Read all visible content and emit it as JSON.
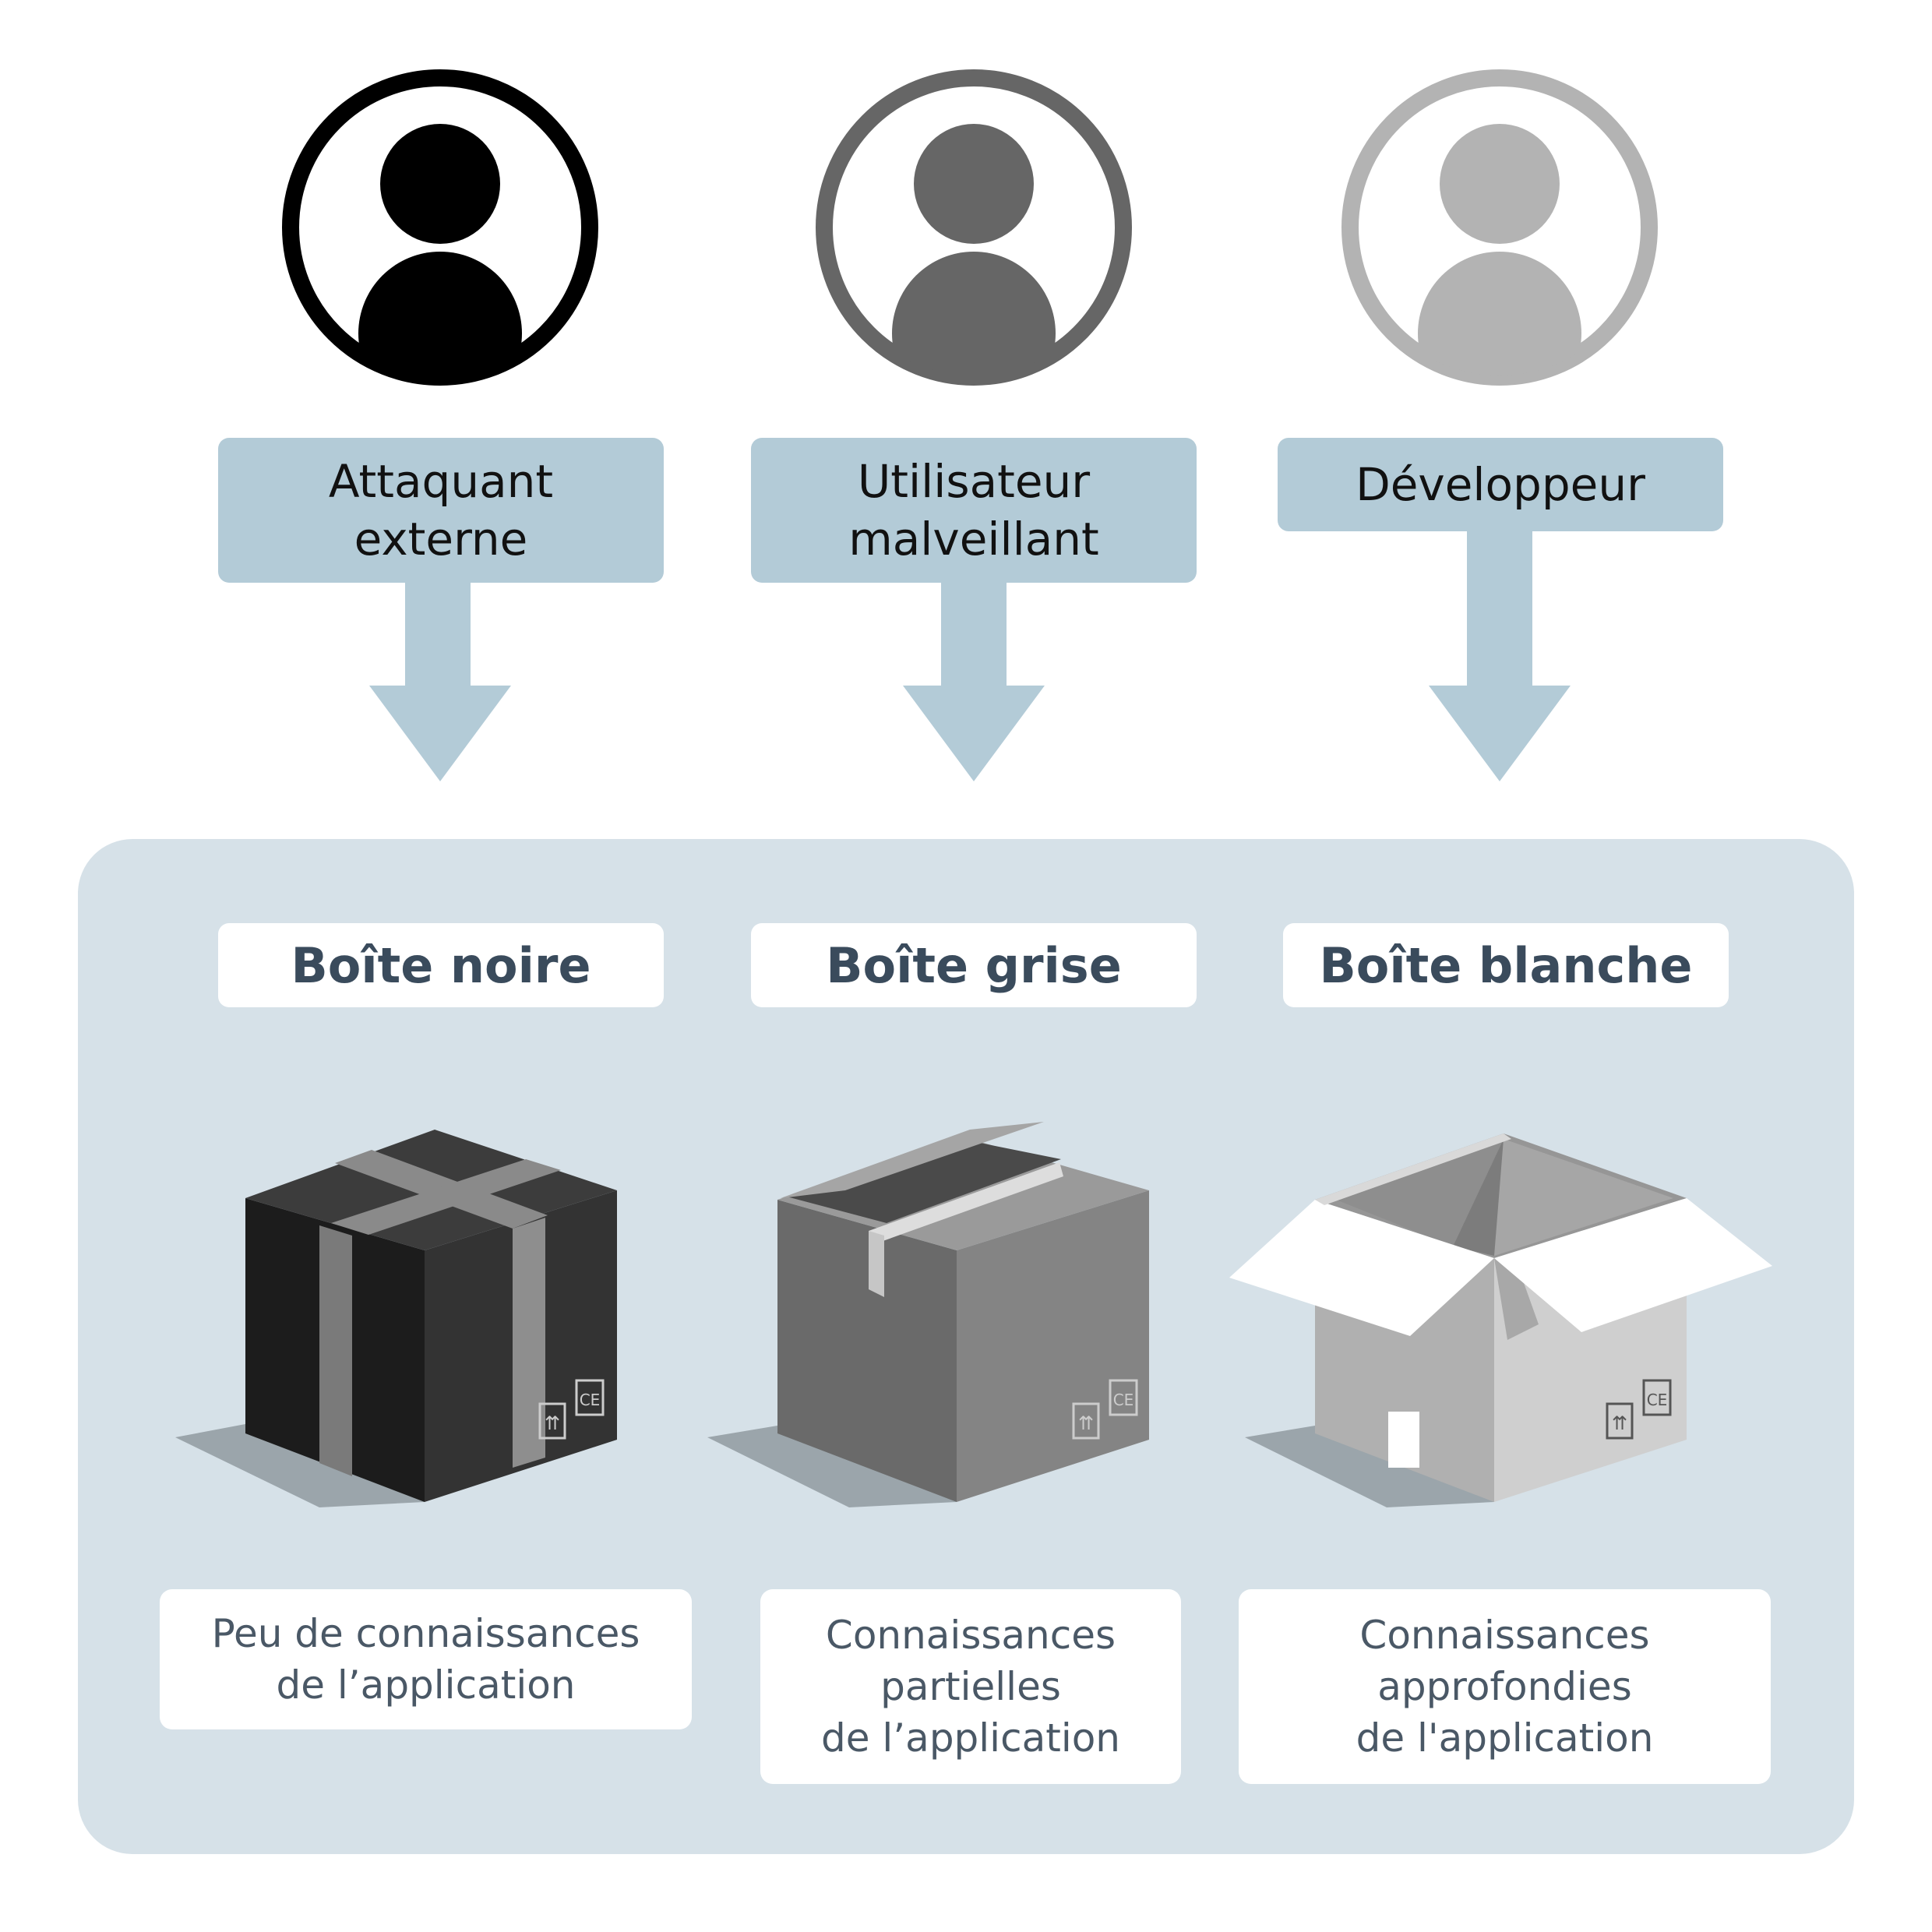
{
  "colors": {
    "label_bg": "#b3cbd7",
    "arrow": "#b3cbd7",
    "panel_bg": "#d6e1e8",
    "title_text": "#3a4b5c",
    "desc_text": "#4a5866",
    "actor_black": "#000000",
    "actor_dark_gray": "#666666",
    "actor_light_gray": "#b3b3b3"
  },
  "actors": [
    {
      "icon": "user-circle-icon",
      "color": "#000000",
      "label_lines": [
        "Attaquant",
        "externe"
      ]
    },
    {
      "icon": "user-circle-icon",
      "color": "#666666",
      "label_lines": [
        "Utilisateur",
        "malveillant"
      ]
    },
    {
      "icon": "user-circle-icon",
      "color": "#b3b3b3",
      "label_lines": [
        "Développeur"
      ]
    }
  ],
  "boxes": [
    {
      "title": "Boîte noire",
      "icon": "closed-taped-box-icon",
      "desc_lines": [
        "Peu de connaissances",
        "de l’application"
      ]
    },
    {
      "title": "Boîte grise",
      "icon": "half-open-box-icon",
      "desc_lines": [
        "Connaissances",
        "partielles",
        "de l’application"
      ]
    },
    {
      "title": "Boîte blanche",
      "icon": "open-box-icon",
      "desc_lines": [
        "Connaissances",
        "approfondies",
        "de l'application"
      ]
    }
  ]
}
